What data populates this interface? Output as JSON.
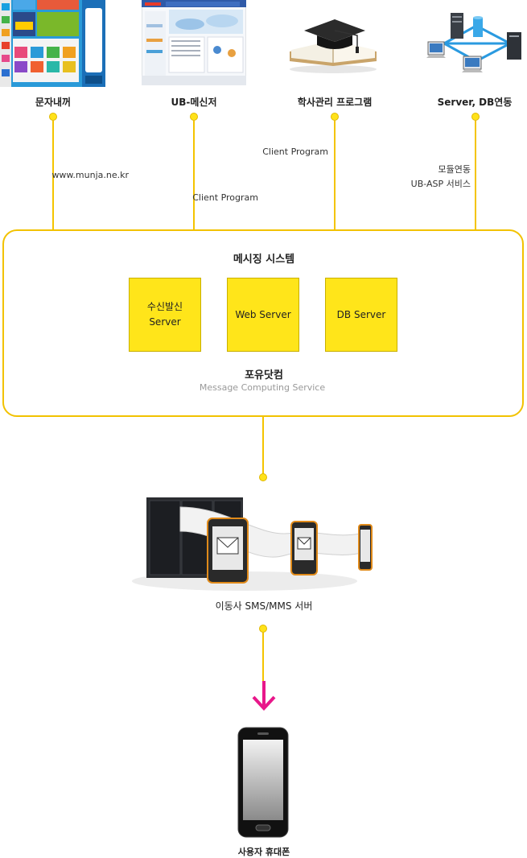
{
  "sources": [
    {
      "label": "문자내꺼",
      "thumb": "munjanae-website-screenshot"
    },
    {
      "label": "UB-메신저",
      "thumb": "ub-messenger-website-screenshot"
    },
    {
      "label": "학사관리 프로그램",
      "thumb": "graduation-cap-book-icon"
    },
    {
      "label": "Server, DB연동",
      "thumb": "server-network-icon"
    }
  ],
  "connector_notes": {
    "munja_url": "www.munja.ne.kr",
    "ub_program": "Client Program",
    "academic_program": "Client Program",
    "server_line1": "모듈연동",
    "server_line2": "UB-ASP 서비스"
  },
  "system": {
    "title": "메시징 시스템",
    "boxes": [
      "수신발신\nServer",
      "Web Server",
      "DB Server"
    ],
    "company": "포유닷컴",
    "company_sub": "Message Computing Service"
  },
  "carrier_label": "이동사 SMS/MMS 서버",
  "user_label": "사용자 휴대폰",
  "colors": {
    "accent": "#ffe51a",
    "line": "#f4c400",
    "arrow": "#e8178a"
  }
}
